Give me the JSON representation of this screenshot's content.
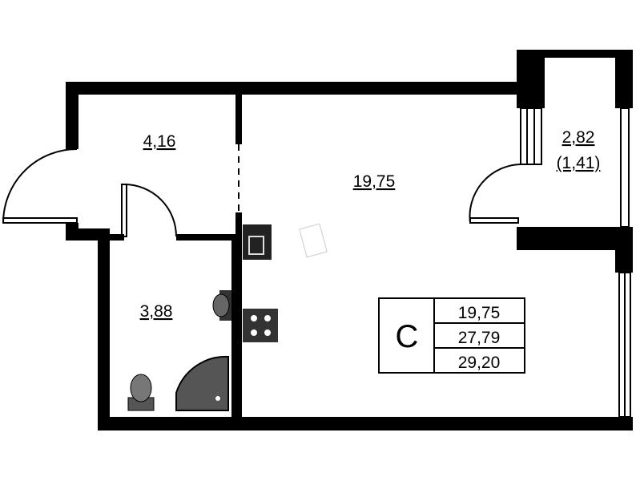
{
  "rooms": {
    "hallway": "4,16",
    "living_room": "19,75",
    "bathroom": "3,88",
    "balcony": "2,82",
    "balcony_reduced": "(1,41)"
  },
  "summary": {
    "type": "С",
    "living_area": "19,75",
    "total_area": "27,79",
    "total_with_balcony": "29,20"
  }
}
